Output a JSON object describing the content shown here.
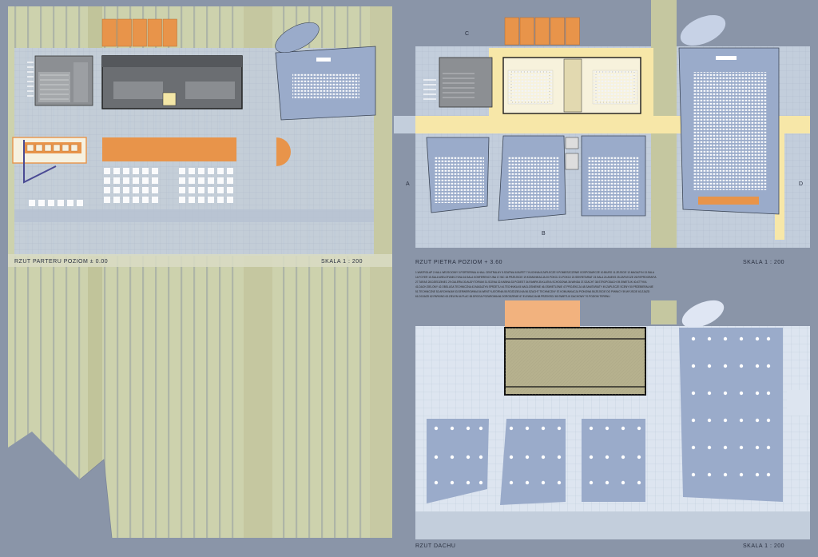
{
  "panels": {
    "ground": {
      "title": "RZUT PARTERU  POZIOM  ± 0.00",
      "scale": "SKALA   1 : 200"
    },
    "upper": {
      "title": "RZUT PIETRA  POZIOM  + 3.60",
      "scale": "SKALA   1 : 200"
    },
    "roof": {
      "title": "RZUT DACHU",
      "scale": "SKALA   1 : 200"
    }
  },
  "legend_lines": [
    "1.WIATROLAP  2.HALL WEJSCIOWY  3.PORTIERNIA  4.HALL CENTRALNY  5.SZATNIA  6.BUFET  7.KUCHNIA  8.ZAPLECZE  9.POMIESZCZENIE GOSPODARCZE  10.BIURO  11.ZEJSCIE  12.MAGAZYN  13.SALA",
    "14.FOYER  15.SALA WIELOFUNKCYJNA  16.SALA KONFERENCYJNA  17.WC  18.PRZEJSCIE  19.KOMUNIKACJA  20.POKOJ  21.POKOJ  22.SEKRETARIAT  23.SALA  24.ANEKS  25.ZAPLECZE  26.REPROGRAFIA",
    "27.TARAS  28.DZIEDZINIEC  29.GALERIA  30.AUDYTORIUM  31.SCENA  32.KABINA  33.PODEST  34.RAMPA  35.KLATKA SCHODOWA  36.WINDA  37.SZACHT  38.STROPODACH  39.SWIETLIK  40.ATTYKA",
    "41.DACH ZIELONY  42.OBSLUGA TECHNICZNA  43.MAGAZYN SPRZETU  44.TECHNIKA  45.NAGLOSNIENIE  46.OSWIETLENIE  47.PROJEKCJA  48.SANITARIATY  49.ZAPLECZE SCENY  50.PRZEBIERALNIE",
    "51.TECHNICZNE  52.ARCHIWUM  53.SERWEROWNIA  54.WENTYLATORNIA  55.ROZDZIELNIA  56.SZACHT TECHNICZNY  57.KOMUNIKACJA PIONOWA  58.ZEJSCIE DO PIWNICY  59.WYJSCIE  60.ZJAZD",
    "61.DOJAZD  62.PARKING  63.ZIELEN  64.PLAC  65.DROGA POZAROWA  66.OGRODZENIE  67.ELEWACJA  68.PRZEKROJ  69.SWIETLIK DACHOWY  70.POZIOM TERENU"
  ],
  "section_marks": [
    "A",
    "B",
    "C",
    "D"
  ],
  "colors": {
    "background": "#8a95a8",
    "sheet_green": "#cdd2ad",
    "stripe": "#a8b0a6",
    "floor_blue": "#c3cedc",
    "hall_blue": "#9aabca",
    "orange": "#e8944a",
    "light_orange": "#f2b27e",
    "yellow": "#f7e7a8",
    "dark_room": "#6b6e72",
    "olive": "#b6b18e",
    "purple": "#4a4a94"
  }
}
